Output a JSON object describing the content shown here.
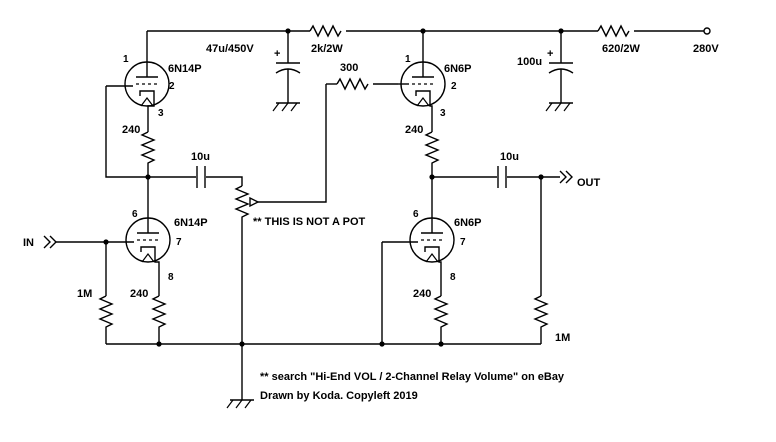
{
  "schematic": {
    "tubes": {
      "v1_top": {
        "name": "6N14P",
        "pins": [
          "1",
          "2",
          "3"
        ]
      },
      "v1_bot": {
        "name": "6N14P",
        "pins": [
          "6",
          "7",
          "8"
        ]
      },
      "v2_top": {
        "name": "6N6P",
        "pins": [
          "1",
          "2",
          "3"
        ]
      },
      "v2_bot": {
        "name": "6N6P",
        "pins": [
          "6",
          "7",
          "8"
        ]
      }
    },
    "resistors": {
      "r_b1": "2k/2W",
      "r_b2": "620/2W",
      "r_grid": "300",
      "rk1": "240",
      "rk2": "240",
      "rk3": "240",
      "rk4": "240",
      "r_in": "1M",
      "r_out": "1M"
    },
    "capacitors": {
      "c_filter1": "47u/450V",
      "c_filter2": "100u",
      "c_couple1": "10u",
      "c_couple2": "10u"
    },
    "polarity": {
      "c1": "+",
      "c2": "+"
    },
    "supply": "280V",
    "input": "IN",
    "output": "OUT",
    "pot_note": "** THIS IS NOT A POT",
    "notes": [
      "** search \"Hi-End VOL / 2-Channel Relay Volume\" on eBay",
      "Drawn by Koda. Copyleft 2019"
    ]
  }
}
